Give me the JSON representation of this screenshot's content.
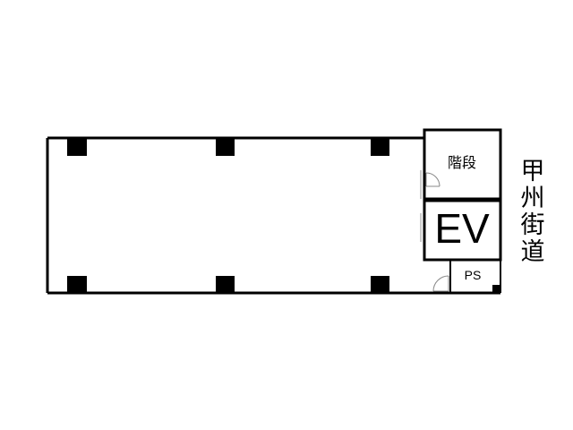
{
  "floor_plan": {
    "rooms": {
      "stairs": "階段",
      "elevator": "EV",
      "pipe_shaft": "PS"
    },
    "street": "甲州街道"
  },
  "colors": {
    "wall": "#000000",
    "door": "#888888",
    "background": "#ffffff"
  }
}
